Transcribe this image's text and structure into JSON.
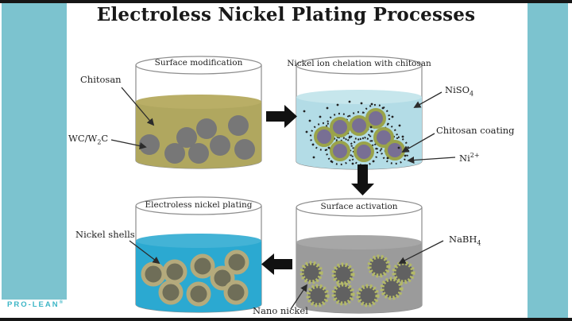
{
  "title": "Electroless Nickel Plating Processes",
  "brand": {
    "logo": "PRO-LEAN",
    "reg": "®"
  },
  "colors": {
    "frame_teal": "#7cc3cf",
    "letterbox": "#161616",
    "arrow": "#111111",
    "annotation_line": "#2b2b2b",
    "glass_outline": "#8d8d8d",
    "b1_liquid": "#b0a75f",
    "b1_surface": "#b9ae66",
    "b1_particle": "#777777",
    "b2_liquid": "#b3dce6",
    "b2_surface": "#c6e6ec",
    "b2_core": "#786f94",
    "b2_ring": "#9aa34a",
    "ion_dot": "#222222",
    "b3_liquid": "#9b9b9b",
    "b3_surface": "#a7a7a7",
    "b3_core": "#616161",
    "b3_ring": "#b4ba67",
    "b4_liquid": "#2ba9d1",
    "b4_surface": "#43b3d6",
    "b4_core": "#6f6e58",
    "b4_ring": "#b4aa7c",
    "logo_teal": "#3cb6c6"
  },
  "beakers": [
    {
      "id": "surface-modification",
      "label": "Surface modification"
    },
    {
      "id": "nickel-ion-chelation",
      "label": "Nickel ion chelation with chitosan"
    },
    {
      "id": "surface-activation",
      "label": "Surface activation"
    },
    {
      "id": "electroless-nickel-plating",
      "label": "Electroless nickel plating"
    }
  ],
  "annotations": {
    "chitosan": "Chitosan",
    "wc": {
      "pre": "WC/W",
      "sub": "2",
      "post": "C"
    },
    "niso4": {
      "pre": "NiSO",
      "sub": "4"
    },
    "chitosan_coating": "Chitosan coating",
    "ni2": {
      "pre": "Ni",
      "sup": "2+"
    },
    "nabh4": {
      "pre": "NaBH",
      "sub": "4"
    },
    "nickel_shells": "Nickel shells",
    "nano_nickel": "Nano nickel"
  }
}
